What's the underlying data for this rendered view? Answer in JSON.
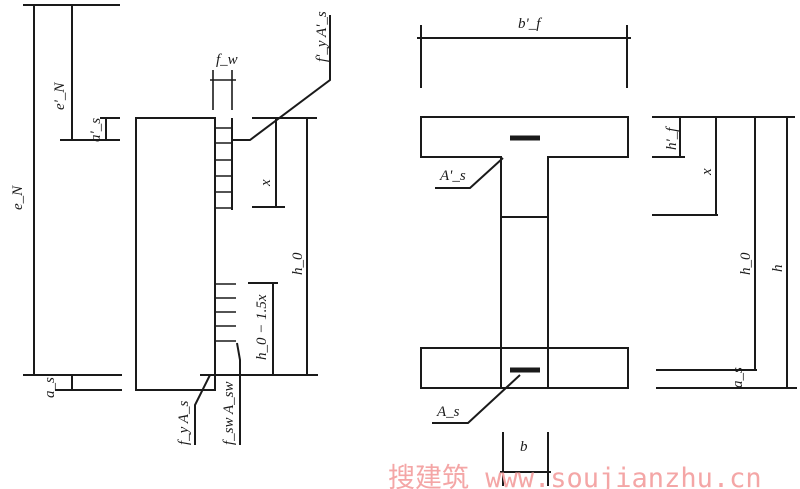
{
  "left_diagram": {
    "labels": {
      "eN": "e_N",
      "eN_prime": "e'_N",
      "as_prime": "a'_s",
      "fw": "f_w",
      "fy_As_prime": "f'_y A'_s",
      "x": "x",
      "h0": "h_0",
      "h0_minus": "h_0 − 1.5x",
      "as": "a_s",
      "fy_As": "f_y A_s",
      "fsw_Asw": "f_sw A_sw"
    }
  },
  "right_diagram": {
    "labels": {
      "bf_prime": "b'_f",
      "As_prime": "A'_s",
      "As": "A_s",
      "b": "b",
      "hf_prime": "h'_f",
      "x": "x",
      "h0": "h_0",
      "h": "h",
      "as": "a_s"
    }
  },
  "watermark": "搜建筑 www.soujianzhu.cn",
  "colors": {
    "ink": "#1a1a1a",
    "watermark": "#f4a6a6"
  }
}
